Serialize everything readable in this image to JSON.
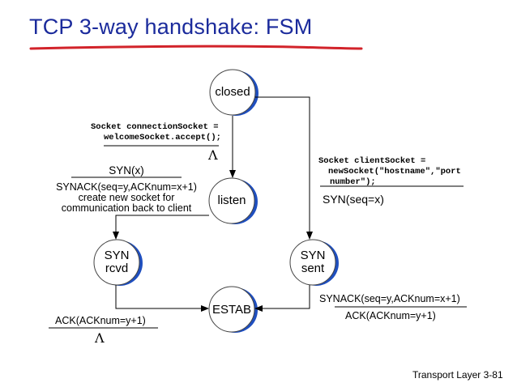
{
  "slide": {
    "title": "TCP 3-way handshake: FSM",
    "footer_label": "Transport Layer",
    "page_number": "3-81"
  },
  "states": {
    "closed": "closed",
    "listen": "listen",
    "syn_rcvd": [
      "SYN",
      "rcvd"
    ],
    "syn_sent": [
      "SYN",
      "sent"
    ],
    "estab": "ESTAB"
  },
  "transitions": {
    "closed_to_listen": {
      "action": [
        "Socket connectionSocket =",
        "welcomeSocket.accept();"
      ],
      "symbol": "Λ"
    },
    "closed_to_syn_sent": {
      "event": [
        "Socket clientSocket =",
        "newSocket(\"hostname\",\"port",
        "number\");"
      ],
      "action": "SYN(seq=x)"
    },
    "listen_to_syn_rcvd": {
      "event": "SYN(x)",
      "action": [
        "SYNACK(seq=y,ACKnum=x+1)",
        "create new socket for",
        "communication back to client"
      ]
    },
    "syn_sent_to_estab": {
      "event": "SYNACK(seq=y,ACKnum=x+1)",
      "action": "ACK(ACKnum=y+1)"
    },
    "syn_rcvd_to_estab": {
      "event": "ACK(ACKnum=y+1)",
      "symbol": "Λ"
    }
  },
  "colors": {
    "title": "#1b2b9c",
    "title_underline": "#d2232a",
    "state_fill": "#ffffff",
    "state_shadow": "#1f4fbf",
    "line": "#000000"
  }
}
